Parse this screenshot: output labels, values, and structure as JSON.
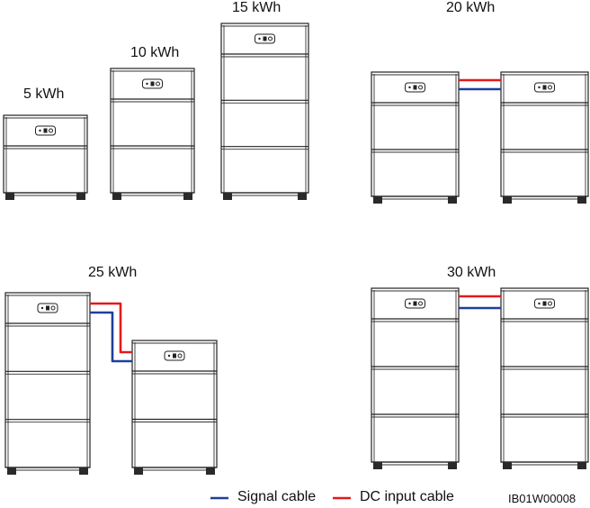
{
  "configurations": [
    {
      "label": "5 kWh",
      "modules": 1
    },
    {
      "label": "10 kWh",
      "modules": 2
    },
    {
      "label": "15 kWh",
      "modules": 3
    },
    {
      "label": "20 kWh",
      "modules": 2,
      "cascade": true
    },
    {
      "label": "25 kWh",
      "modules": 3,
      "cascade": true
    },
    {
      "label": "30 kWh",
      "modules": 3,
      "cascade": true
    }
  ],
  "legend": {
    "signal_cable": "Signal cable",
    "dc_input_cable": "DC input cable"
  },
  "colors": {
    "signal_cable": "#1f3f9a",
    "dc_input_cable": "#e41a1a",
    "outline": "#222222"
  },
  "figure_code": "IB01W00008"
}
